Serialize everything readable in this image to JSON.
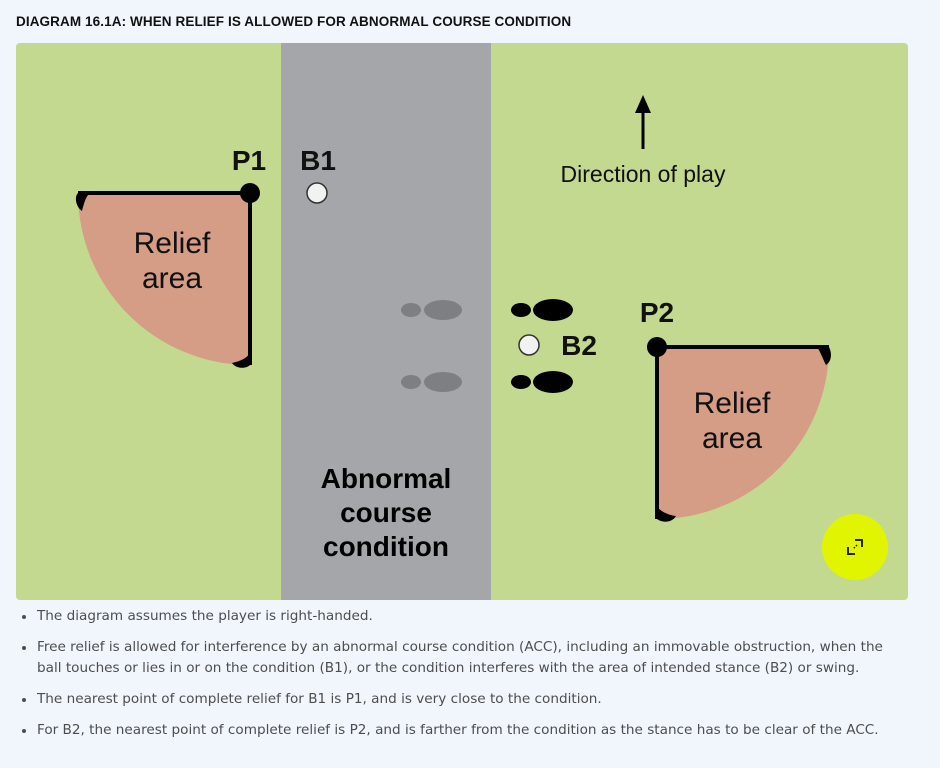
{
  "title": "DIAGRAM 16.1A: WHEN RELIEF IS ALLOWED FOR ABNORMAL COURSE CONDITION",
  "diagram": {
    "label_p1": "P1",
    "label_b1": "B1",
    "label_p2": "P2",
    "label_b2": "B2",
    "direction_label": "Direction of play",
    "relief_left": [
      "Relief",
      "area"
    ],
    "relief_right": [
      "Relief",
      "area"
    ],
    "acc_label": [
      "Abnormal",
      "course",
      "condition"
    ],
    "colors": {
      "grass": "#c3d98f",
      "condition": "#a5a6a9",
      "relief": "#d59c86",
      "accent": "#e2f500"
    },
    "expand_icon": "expand-icon"
  },
  "notes": [
    "The diagram assumes the player is right-handed.",
    "Free relief is allowed for interference by an abnormal course condition (ACC), including an immovable obstruction, when the ball touches or lies in or on the condition (B1), or the condition interferes with the area of intended stance (B2) or swing.",
    "The nearest point of complete relief for B1 is P1, and is very close to the condition.",
    "For B2, the nearest point of complete relief is P2, and is farther from the condition as the stance has to be clear of the ACC."
  ]
}
